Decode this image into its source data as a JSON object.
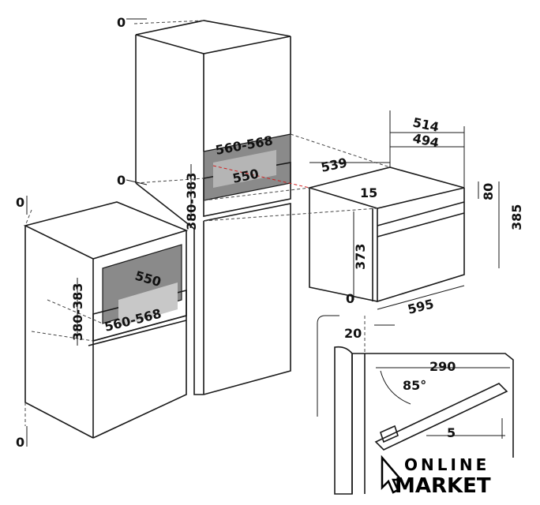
{
  "dimensions": {
    "tall_unit": {
      "top_zero": "0",
      "mid_zero": "0",
      "niche_width": "560-568",
      "niche_depth": "550",
      "niche_height": "380-383"
    },
    "base_unit": {
      "top_zero": "0",
      "bottom_zero": "0",
      "niche_depth": "550",
      "niche_width": "560-568",
      "niche_height": "380-383"
    },
    "appliance": {
      "depth_total": "539",
      "depth_body_1": "514",
      "depth_body_2": "494",
      "front_offset": "15",
      "panel_height": "80",
      "total_height": "385",
      "door_height": "373",
      "width": "595",
      "bottom_zero": "0",
      "gap": "20"
    },
    "door_detail": {
      "door_width": "290",
      "angle": "85°",
      "clearance": "5"
    }
  },
  "logo": {
    "line1": "ONLINE",
    "line2": "MARKET"
  }
}
